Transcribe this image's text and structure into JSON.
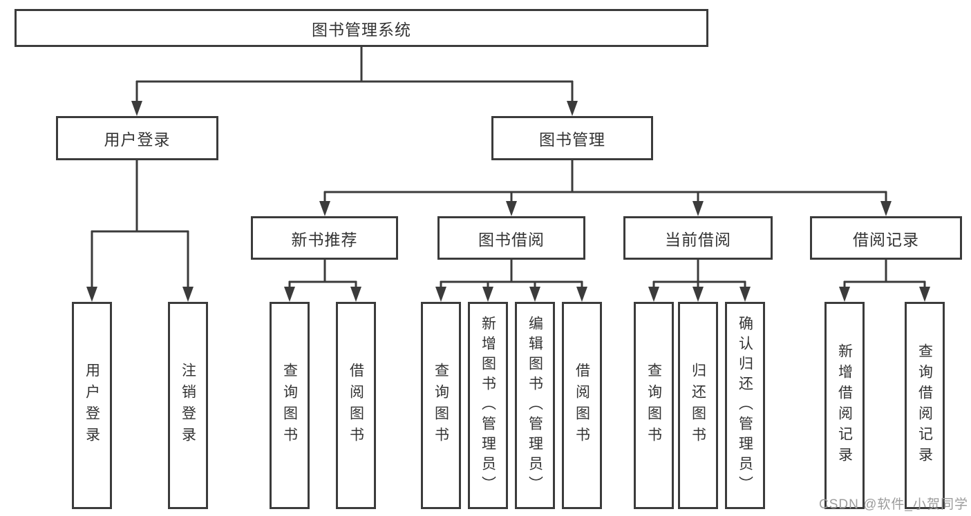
{
  "tree": {
    "root_label": "图书管理系统",
    "login": {
      "label": "用户登录",
      "children": [
        {
          "label": "用户登录"
        },
        {
          "label": "注销登录"
        }
      ]
    },
    "management": {
      "label": "图书管理",
      "sections": [
        {
          "label": "新书推荐",
          "children": [
            {
              "label": "查询图书"
            },
            {
              "label": "借阅图书"
            }
          ]
        },
        {
          "label": "图书借阅",
          "children": [
            {
              "label": "查询图书"
            },
            {
              "label": "新增图书（管理员）"
            },
            {
              "label": "编辑图书（管理员）"
            },
            {
              "label": "借阅图书"
            }
          ]
        },
        {
          "label": "当前借阅",
          "children": [
            {
              "label": "查询图书"
            },
            {
              "label": "归还图书"
            },
            {
              "label": "确认归还（管理员）"
            }
          ]
        },
        {
          "label": "借阅记录",
          "children": [
            {
              "label": "新增借阅记录"
            },
            {
              "label": "查询借阅记录"
            }
          ]
        }
      ]
    }
  },
  "watermark": {
    "text": "CSDN @软件_小贺同学"
  },
  "colors": {
    "line": "#3b3b3b",
    "text": "#333333",
    "watermark": "#9c9c9c",
    "background": "#ffffff"
  }
}
